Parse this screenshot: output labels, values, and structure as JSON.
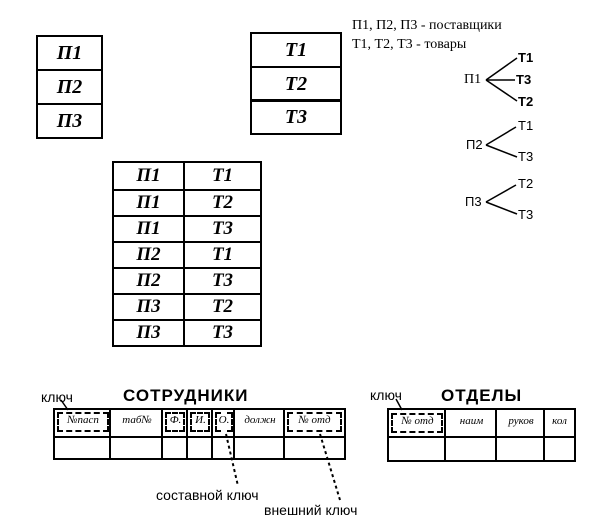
{
  "suppliers_box": [
    "П1",
    "П2",
    "П3"
  ],
  "goods_box": [
    "Т1",
    "Т2",
    "Т3"
  ],
  "legend": {
    "line1": "П1, П2, П3 - поставщики",
    "line2": "Т1, Т2, Т3 - товары"
  },
  "trees": [
    {
      "root": "П1",
      "leaves": [
        "Т1",
        "Т3",
        "Т2"
      ]
    },
    {
      "root": "П2",
      "leaves": [
        "Т1",
        "Т3"
      ]
    },
    {
      "root": "П3",
      "leaves": [
        "Т2",
        "Т3"
      ]
    }
  ],
  "pairs": [
    [
      "П1",
      "Т1"
    ],
    [
      "П1",
      "Т2"
    ],
    [
      "П1",
      "Т3"
    ],
    [
      "П2",
      "Т1"
    ],
    [
      "П2",
      "Т3"
    ],
    [
      "П3",
      "Т2"
    ],
    [
      "П3",
      "Т3"
    ]
  ],
  "employees": {
    "key_label": "ключ",
    "title": "СОТРУДНИКИ",
    "columns": [
      "№пасп",
      "таб№",
      "Ф.",
      "И.",
      "О.",
      "должн",
      "№ отд"
    ],
    "composite_key_label": "составной ключ",
    "foreign_key_label": "внешний ключ"
  },
  "departments": {
    "key_label": "ключ",
    "title": "ОТДЕЛЫ",
    "columns": [
      "№ отд",
      "наим",
      "руков",
      "кол"
    ]
  }
}
